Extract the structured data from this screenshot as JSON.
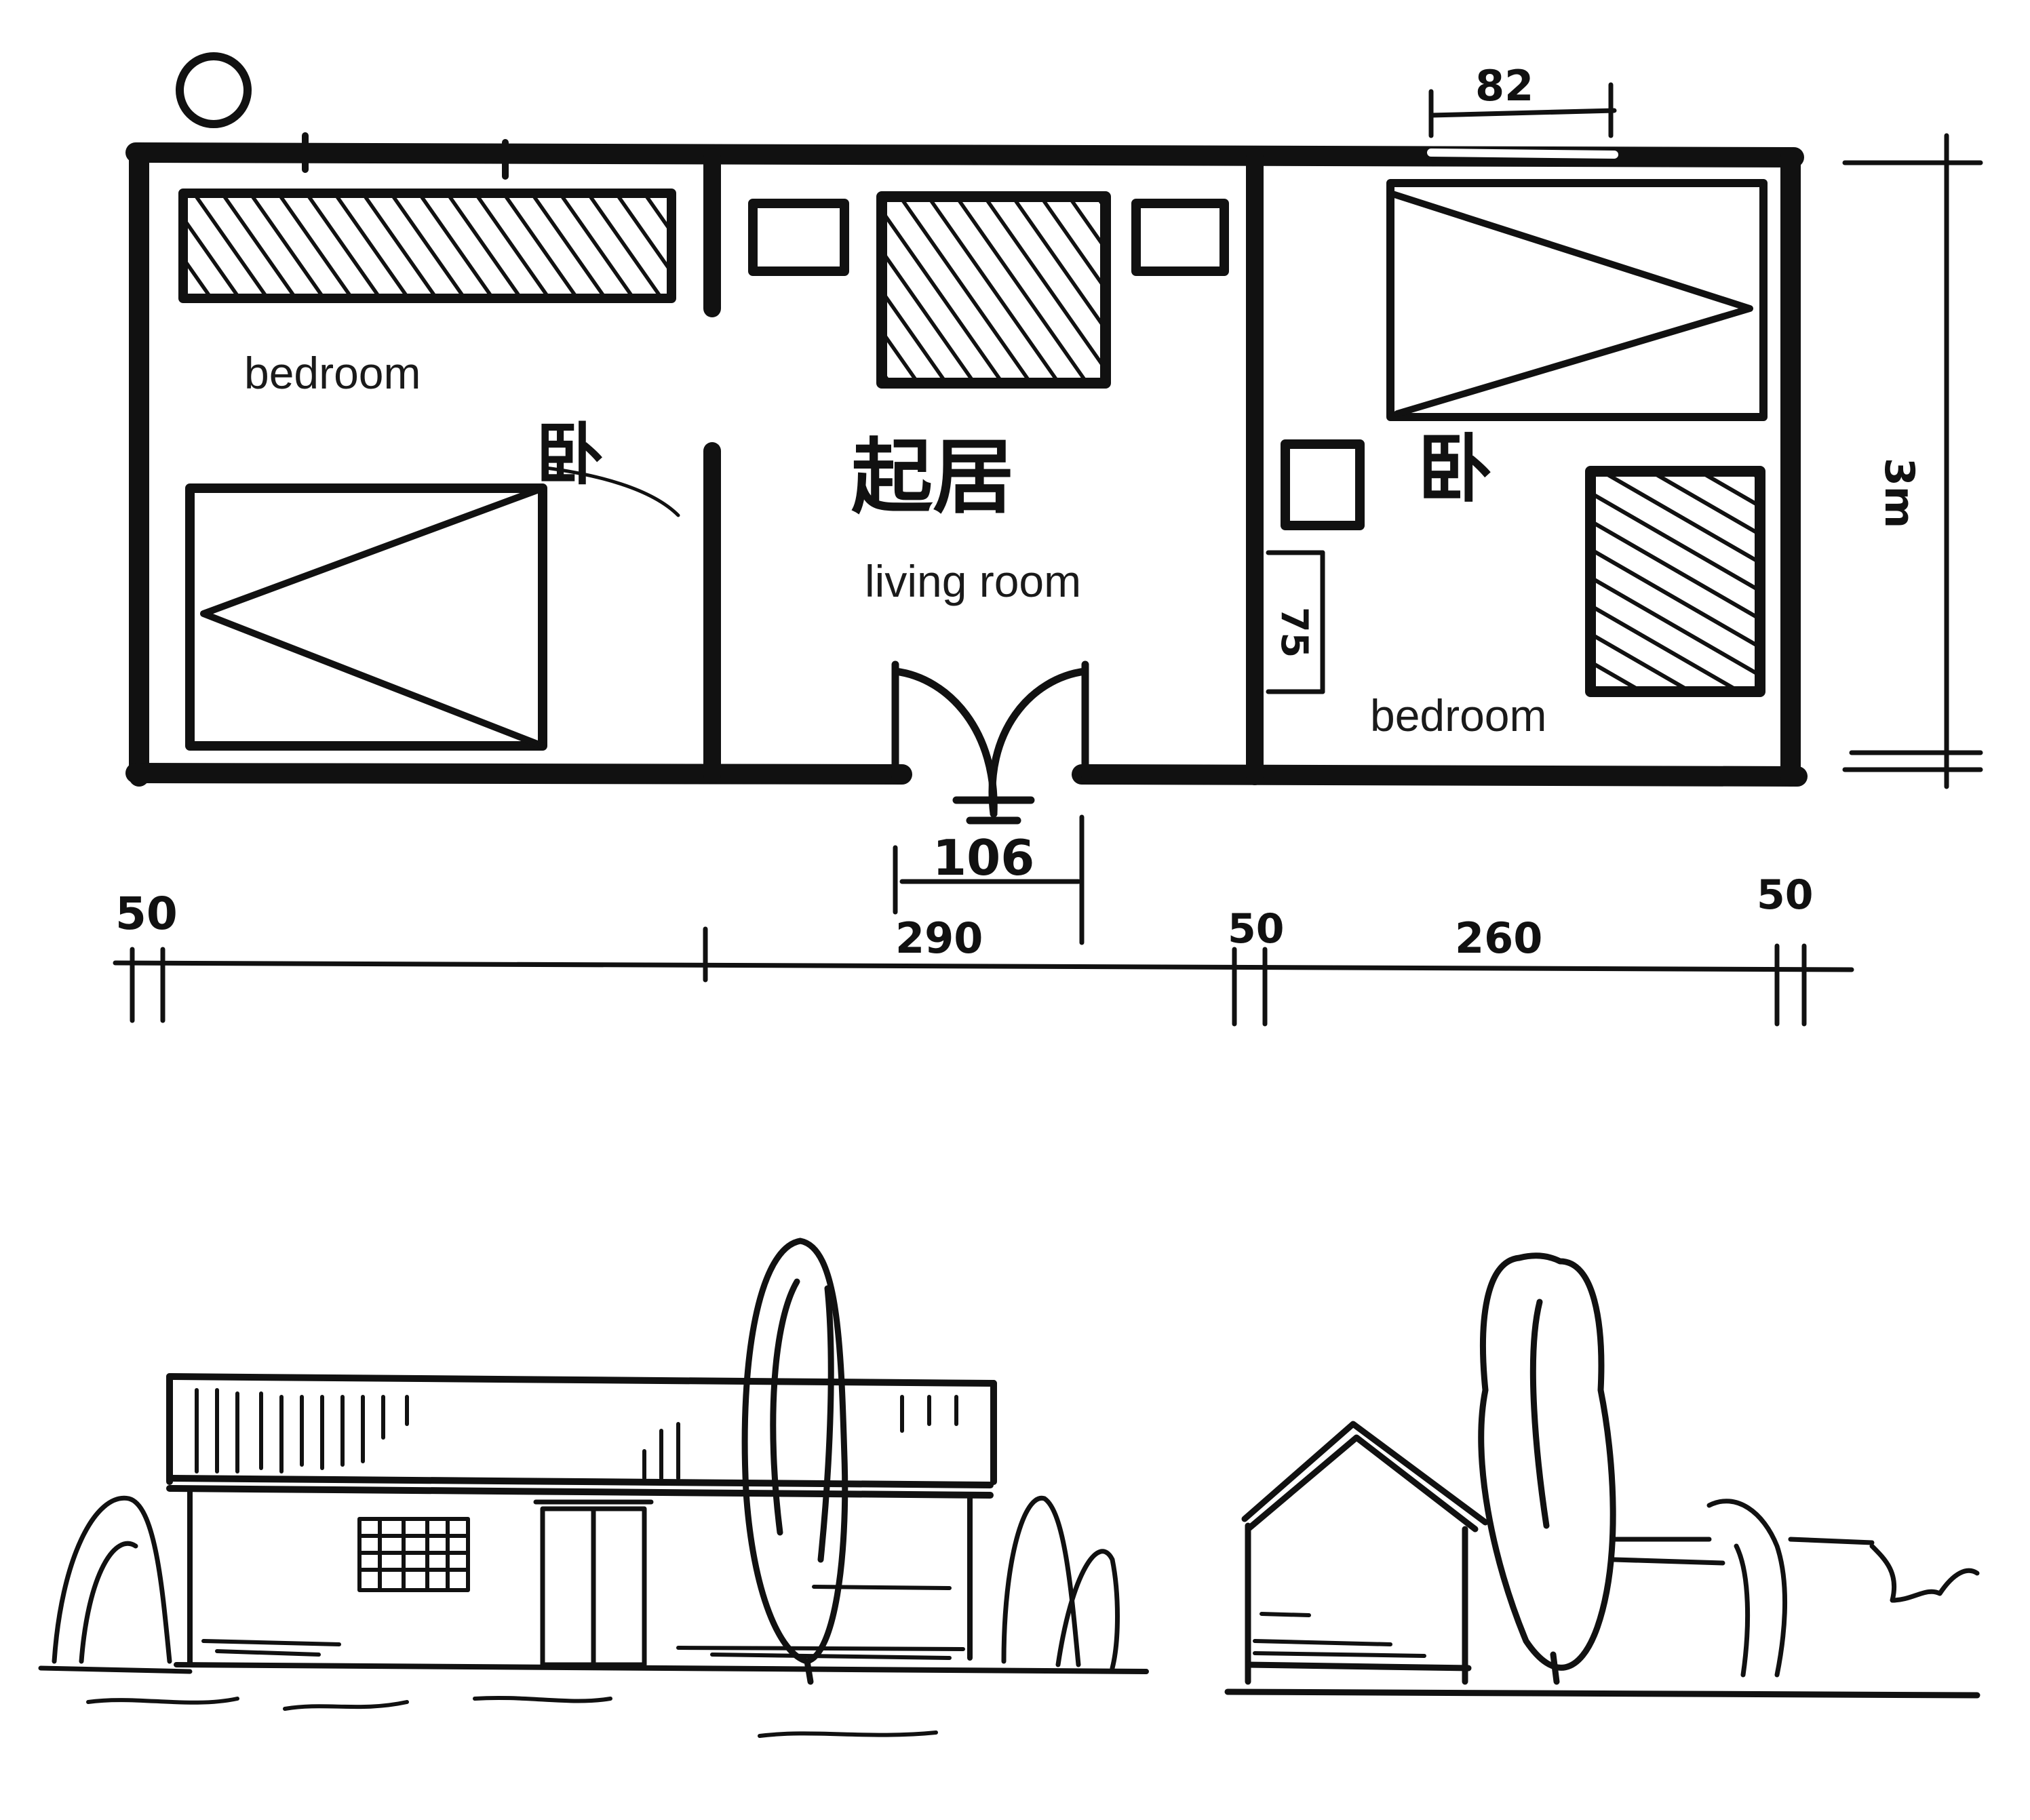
{
  "floor_plan": {
    "room_labels": {
      "bedroom_left": "bedroom",
      "living_room": "living room",
      "bedroom_right": "bedroom"
    },
    "handwritten_labels": {
      "bedroom_left_cn": "卧",
      "living_room_cn": "起居",
      "bedroom_right_cn": "卧"
    },
    "dimensions": {
      "top_window": "82",
      "door_width": "106",
      "right_side": "3m",
      "wall_left": "50",
      "living_span": "290",
      "wall_mid": "50",
      "right_span": "260",
      "wall_right": "50",
      "closet_depth": "75"
    }
  },
  "colors": {
    "ink": "#111111",
    "paper": "#ffffff"
  }
}
